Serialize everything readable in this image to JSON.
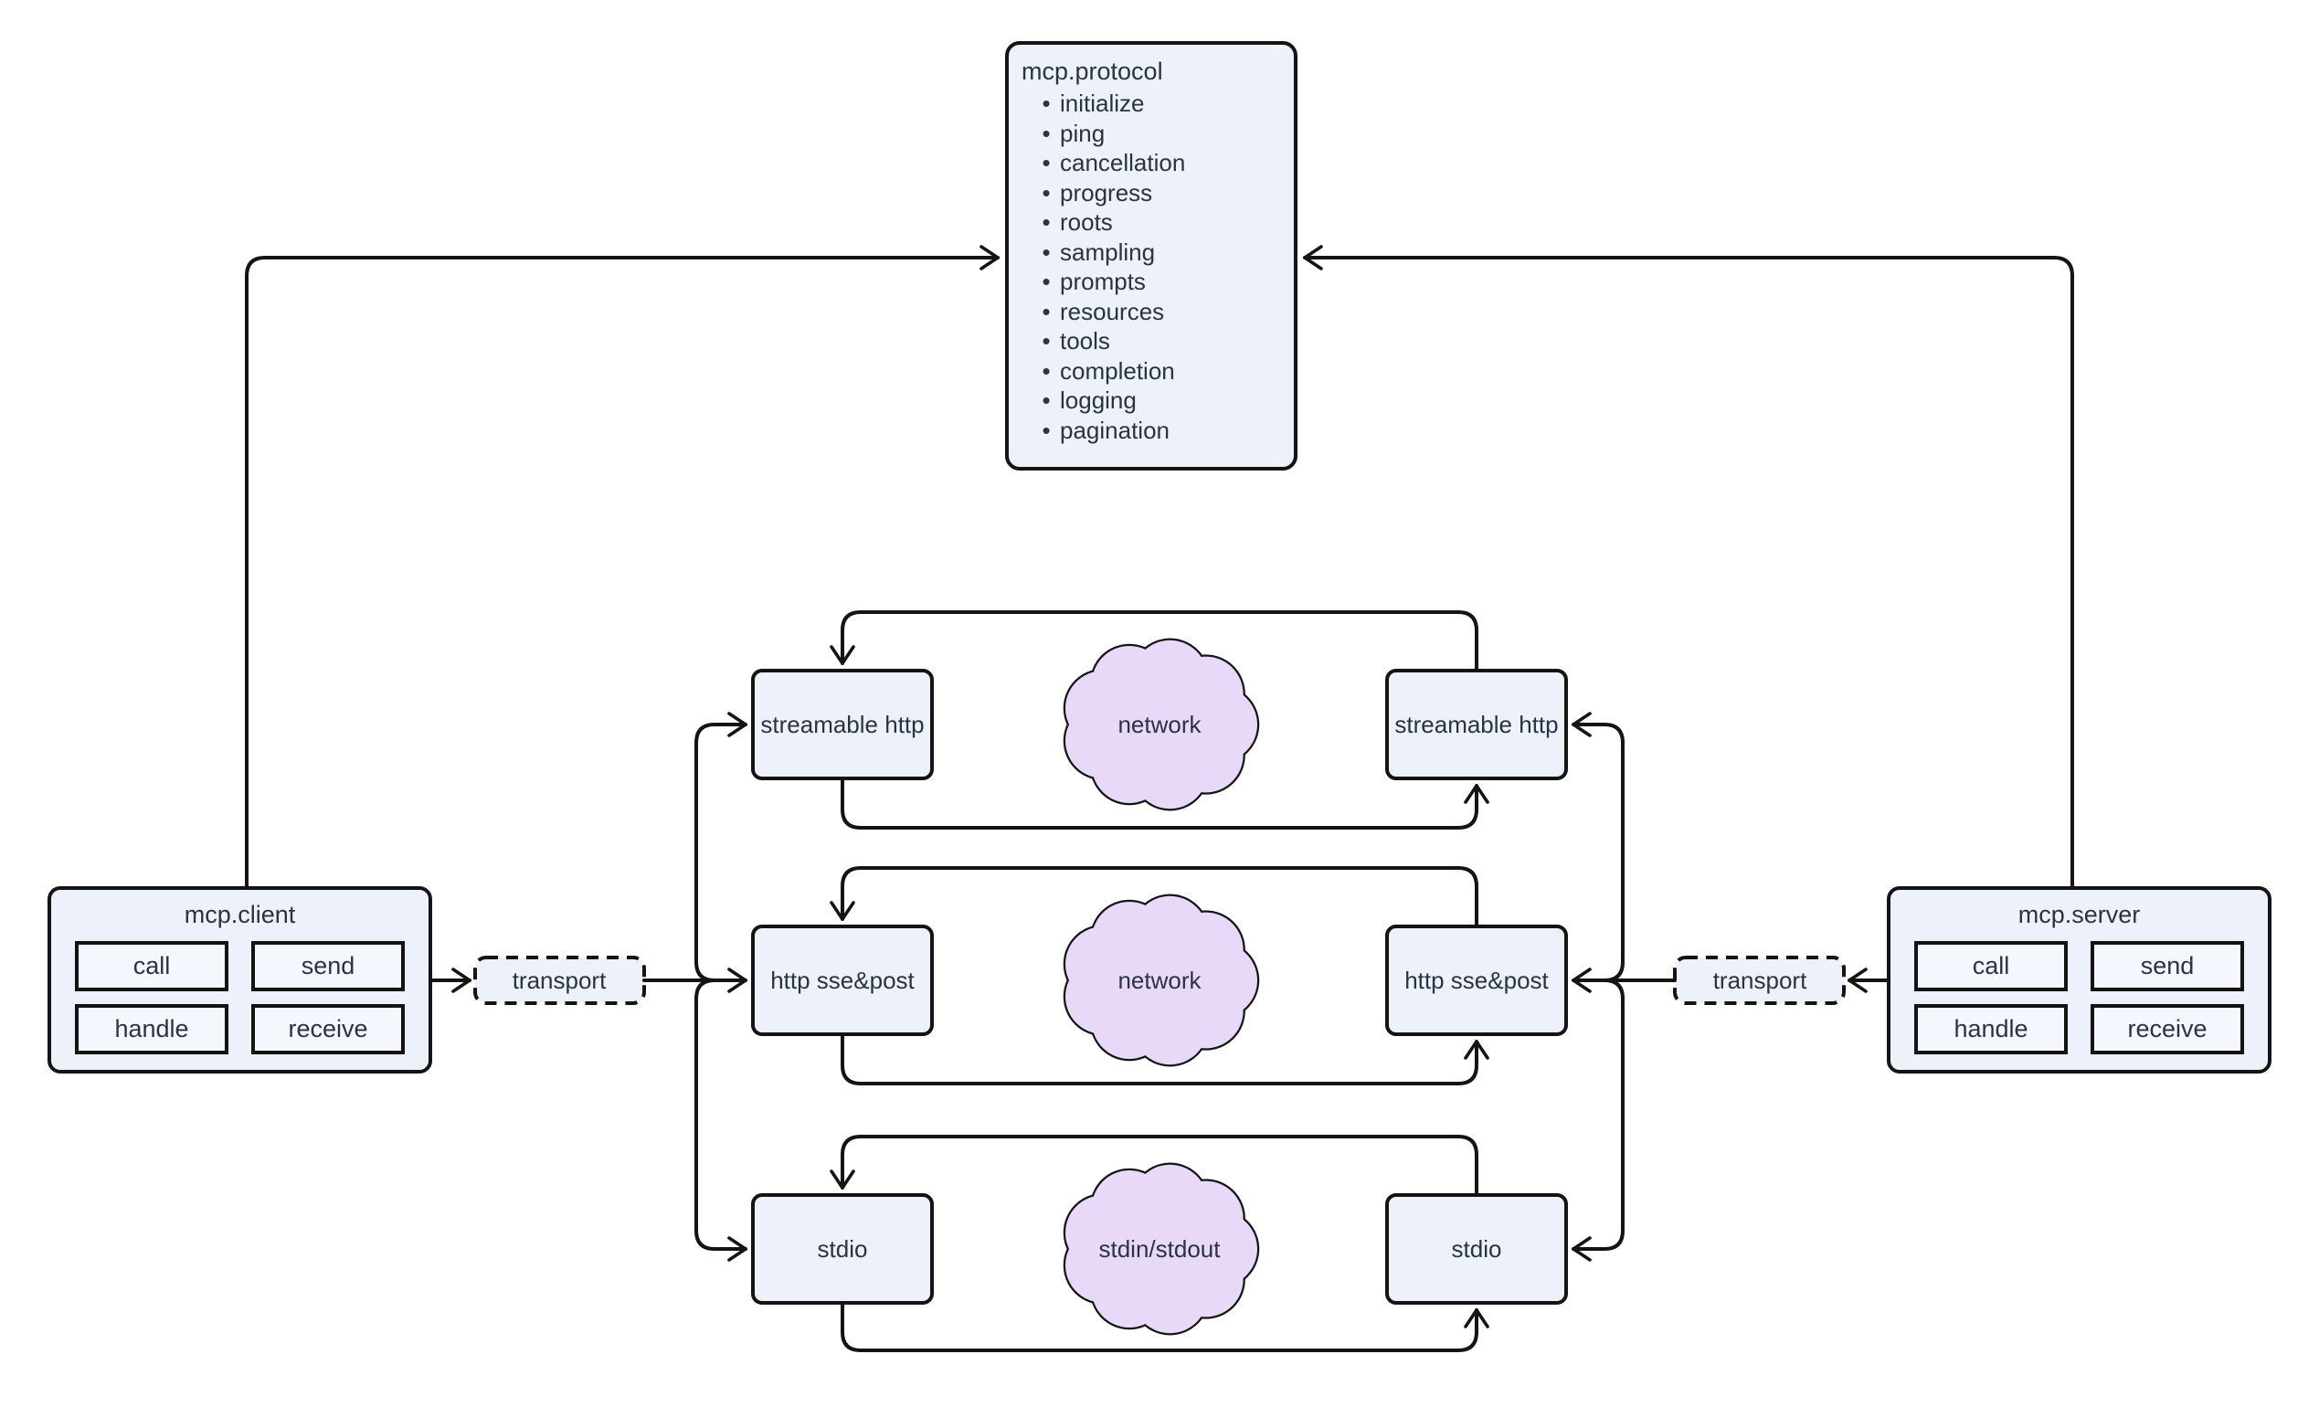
{
  "diagram": {
    "background": "#ffffff",
    "line_color": "#141414",
    "node_fill": "#edf1fa",
    "inner_fill": "#f4f7fd",
    "cloud_fill": "#e9d9f8",
    "text_color": "#2b3240"
  },
  "protocol": {
    "title": "mcp.protocol",
    "items": [
      "initialize",
      "ping",
      "cancellation",
      "progress",
      "roots",
      "sampling",
      "prompts",
      "resources",
      "tools",
      "completion",
      "logging",
      "pagination"
    ]
  },
  "client": {
    "title": "mcp.client",
    "ops": [
      "call",
      "send",
      "handle",
      "receive"
    ]
  },
  "server": {
    "title": "mcp.server",
    "ops": [
      "call",
      "send",
      "handle",
      "receive"
    ]
  },
  "transports": {
    "left": "transport",
    "right": "transport"
  },
  "rows": [
    {
      "left_label": "streamable http",
      "right_label": "streamable http",
      "cloud_label": "network"
    },
    {
      "left_label": "http sse&post",
      "right_label": "http sse&post",
      "cloud_label": "network"
    },
    {
      "left_label": "stdio",
      "right_label": "stdio",
      "cloud_label": "stdin/stdout"
    }
  ]
}
